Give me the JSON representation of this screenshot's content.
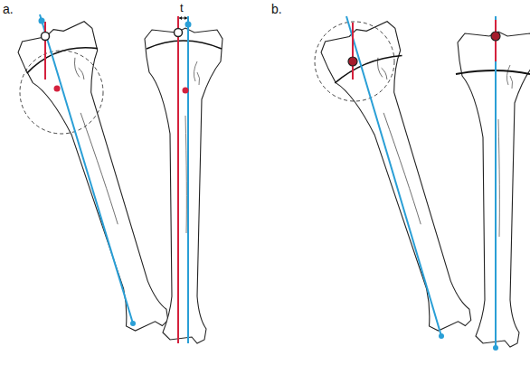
{
  "diagram": {
    "labels": [
      "a.",
      "b.",
      "t"
    ]
  }
}
